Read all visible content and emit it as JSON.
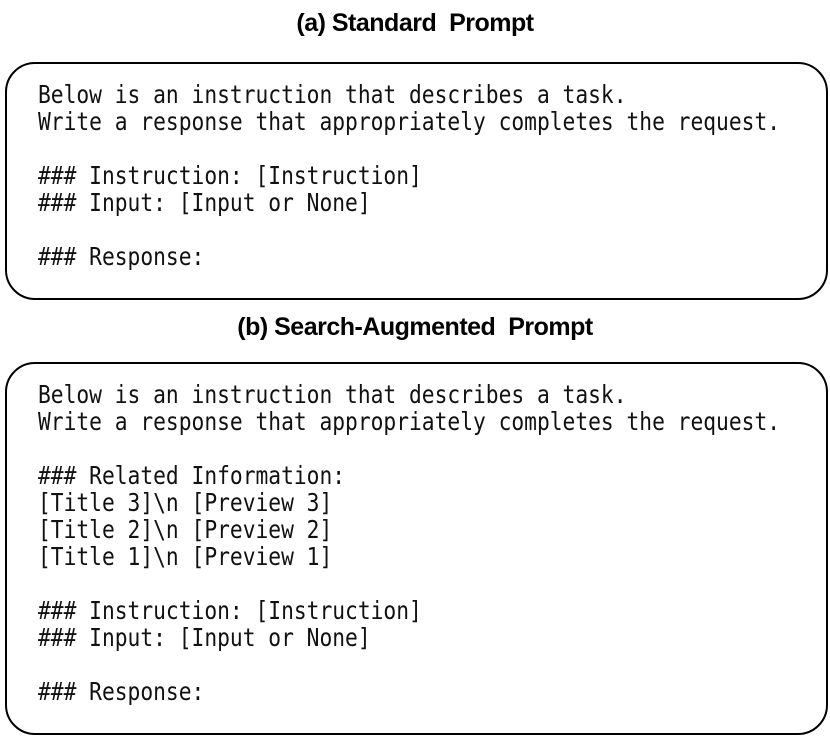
{
  "figure": {
    "background_color": "#ffffff",
    "border_color": "#000000",
    "text_color": "#111111"
  },
  "panels": [
    {
      "id": "a",
      "title": "(a) Standard  Prompt",
      "lines": [
        "Below is an instruction that describes a task.",
        "Write a response that appropriately completes the request.",
        "",
        "### Instruction: [Instruction]",
        "### Input: [Input or None]",
        "",
        "### Response:"
      ]
    },
    {
      "id": "b",
      "title": "(b) Search-Augmented  Prompt",
      "lines": [
        "Below is an instruction that describes a task.",
        "Write a response that appropriately completes the request.",
        "",
        "### Related Information:",
        "[Title 3]\\n [Preview 3]",
        "[Title 2]\\n [Preview 2]",
        "[Title 1]\\n [Preview 1]",
        "",
        "### Instruction: [Instruction]",
        "### Input: [Input or None]",
        "",
        "### Response:"
      ]
    }
  ]
}
